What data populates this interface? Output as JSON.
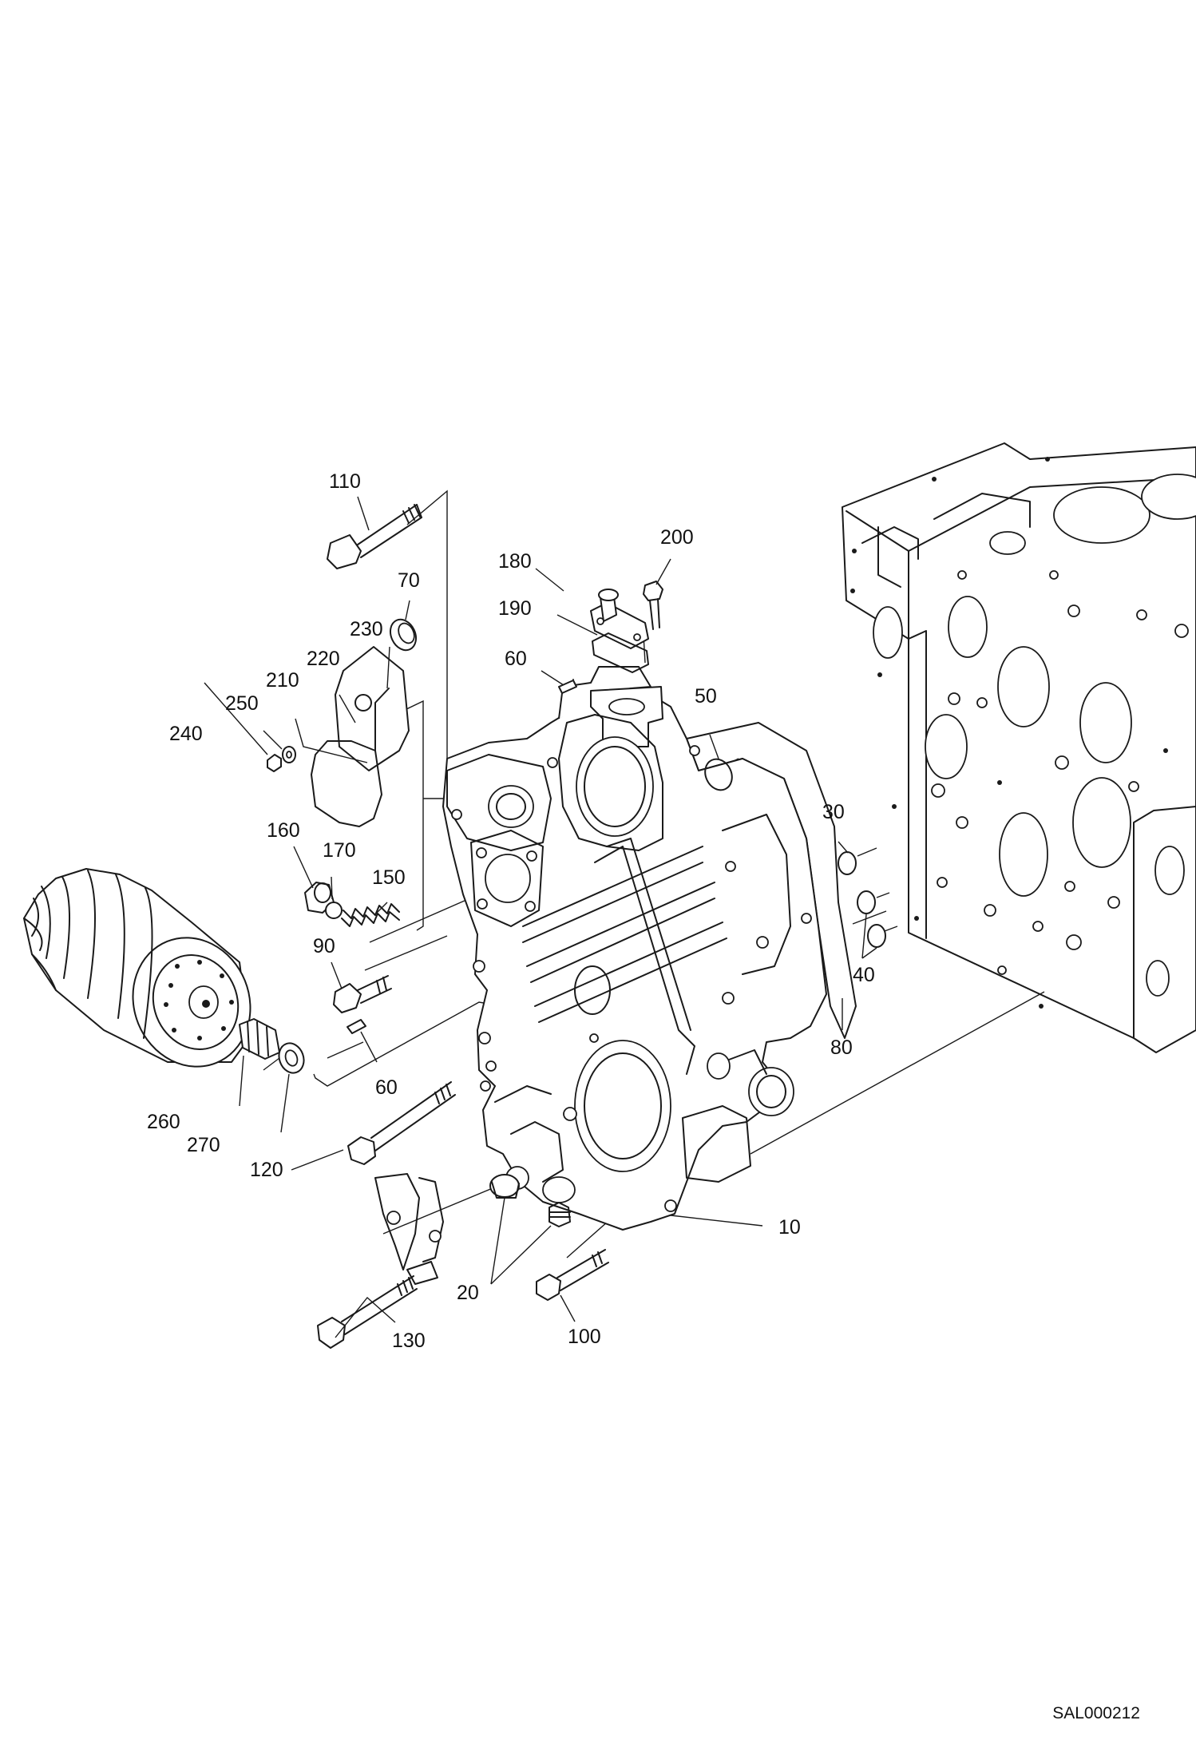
{
  "figure_code": "SAL000212",
  "labels": {
    "p10": "10",
    "p20": "20",
    "p30": "30",
    "p40": "40",
    "p50": "50",
    "p60a": "60",
    "p60b": "60",
    "p70": "70",
    "p80": "80",
    "p90": "90",
    "p100": "100",
    "p110": "110",
    "p120": "120",
    "p130": "130",
    "p150": "150",
    "p160": "160",
    "p170": "170",
    "p180": "180",
    "p190": "190",
    "p200": "200",
    "p210": "210",
    "p220": "220",
    "p230": "230",
    "p240": "240",
    "p250": "250",
    "p260": "260",
    "p270": "270"
  }
}
